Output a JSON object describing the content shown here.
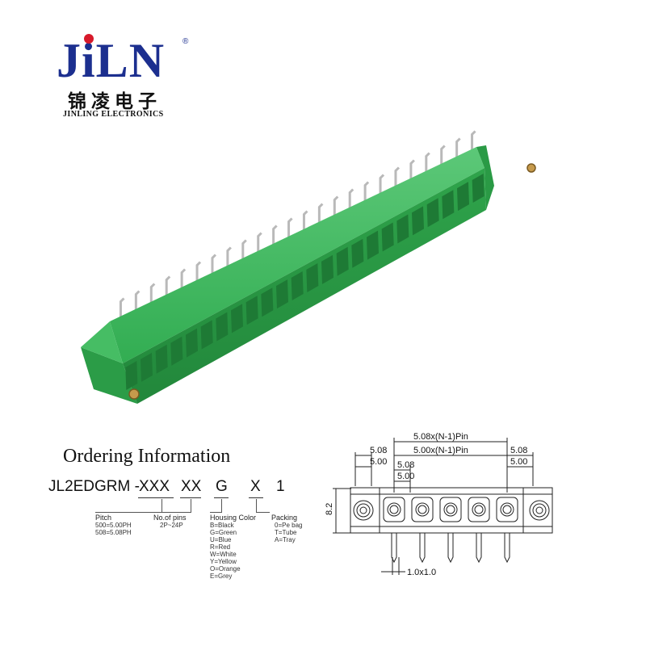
{
  "logo": {
    "brand_prefix": "J",
    "brand_i": "i",
    "brand_suffix": "LN",
    "registered": "®",
    "chinese": "锦凌电子",
    "english": "JINLING ELECTRONICS",
    "colors": {
      "brand_blue": "#1c2f8f",
      "dot_red": "#d7192a"
    }
  },
  "product": {
    "housing_color": "#2fae4f",
    "pin_color": "#b9b9b9",
    "insert_color": "#c69a4c"
  },
  "ordering": {
    "title": "Ordering Information",
    "part_number": {
      "prefix": "JL2EDGRM -",
      "pitch_code": "XXX",
      "pins_code": "XX",
      "color_code": "G",
      "packing_code": "X",
      "suffix": "1"
    },
    "pitch": {
      "label": "Pitch",
      "options": [
        "500=5.00PH",
        "508=5.08PH"
      ]
    },
    "pins": {
      "label": "No.of pins",
      "options": [
        "2P~24P"
      ]
    },
    "housing_color": {
      "label": "Housing Color",
      "options": [
        "B=Black",
        "G=Green",
        "U=Blue",
        "R=Red",
        "W=White",
        "Y=Yellow",
        "O=Orange",
        "E=Grey"
      ]
    },
    "packing": {
      "label": "Packing",
      "options": [
        "0=Pe bag",
        "T=Tube",
        "A=Tray"
      ]
    }
  },
  "drawing": {
    "dim_pitch_508": "5.08x(N-1)Pin",
    "dim_pitch_500": "5.00x(N-1)Pin",
    "dim_left_508": "5.08",
    "dim_left_500": "5.00",
    "dim_mid_508": "5.08",
    "dim_mid_500": "5.00",
    "dim_right_508": "5.08",
    "dim_right_500": "5.00",
    "dim_height": "8.2",
    "dim_pin": "1.0x1.0"
  }
}
